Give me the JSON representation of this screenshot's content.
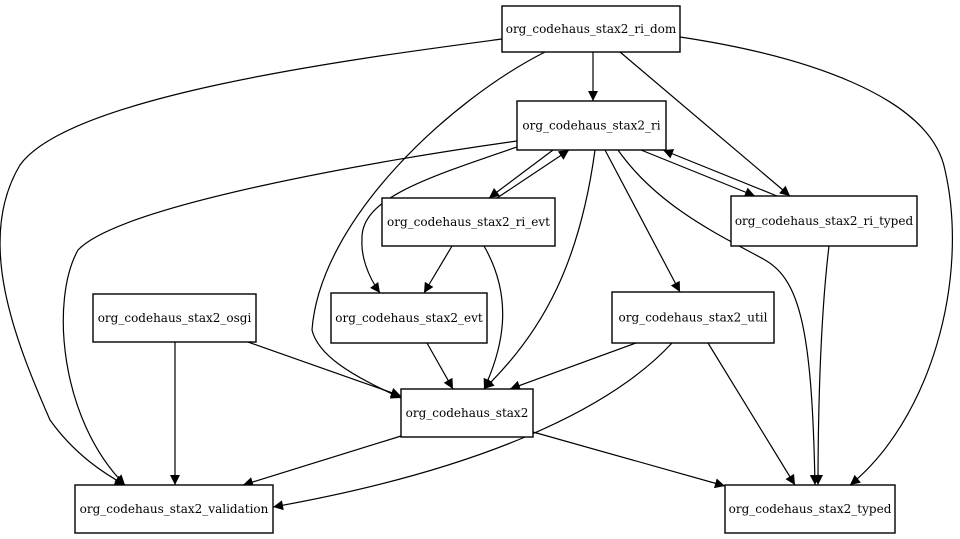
{
  "diagram": {
    "type": "dependency-graph",
    "nodes": [
      {
        "id": "dom",
        "label": "org_codehaus_stax2_ri_dom"
      },
      {
        "id": "ri",
        "label": "org_codehaus_stax2_ri"
      },
      {
        "id": "ri_evt",
        "label": "org_codehaus_stax2_ri_evt"
      },
      {
        "id": "ri_typed",
        "label": "org_codehaus_stax2_ri_typed"
      },
      {
        "id": "osgi",
        "label": "org_codehaus_stax2_osgi"
      },
      {
        "id": "evt",
        "label": "org_codehaus_stax2_evt"
      },
      {
        "id": "util",
        "label": "org_codehaus_stax2_util"
      },
      {
        "id": "stax2",
        "label": "org_codehaus_stax2"
      },
      {
        "id": "validation",
        "label": "org_codehaus_stax2_validation"
      },
      {
        "id": "typed",
        "label": "org_codehaus_stax2_typed"
      }
    ],
    "edges": [
      {
        "from": "dom",
        "to": "ri"
      },
      {
        "from": "dom",
        "to": "validation"
      },
      {
        "from": "dom",
        "to": "stax2"
      },
      {
        "from": "dom",
        "to": "ri_typed"
      },
      {
        "from": "dom",
        "to": "typed"
      },
      {
        "from": "ri",
        "to": "ri_evt"
      },
      {
        "from": "ri_evt",
        "to": "ri"
      },
      {
        "from": "ri",
        "to": "ri_typed"
      },
      {
        "from": "ri_typed",
        "to": "ri"
      },
      {
        "from": "ri",
        "to": "validation"
      },
      {
        "from": "ri",
        "to": "evt"
      },
      {
        "from": "ri",
        "to": "stax2"
      },
      {
        "from": "ri",
        "to": "util"
      },
      {
        "from": "ri",
        "to": "typed"
      },
      {
        "from": "ri_evt",
        "to": "evt"
      },
      {
        "from": "ri_evt",
        "to": "stax2"
      },
      {
        "from": "ri_typed",
        "to": "typed"
      },
      {
        "from": "osgi",
        "to": "validation"
      },
      {
        "from": "osgi",
        "to": "stax2"
      },
      {
        "from": "evt",
        "to": "stax2"
      },
      {
        "from": "util",
        "to": "stax2"
      },
      {
        "from": "util",
        "to": "validation"
      },
      {
        "from": "util",
        "to": "typed"
      },
      {
        "from": "stax2",
        "to": "validation"
      },
      {
        "from": "stax2",
        "to": "typed"
      }
    ]
  }
}
